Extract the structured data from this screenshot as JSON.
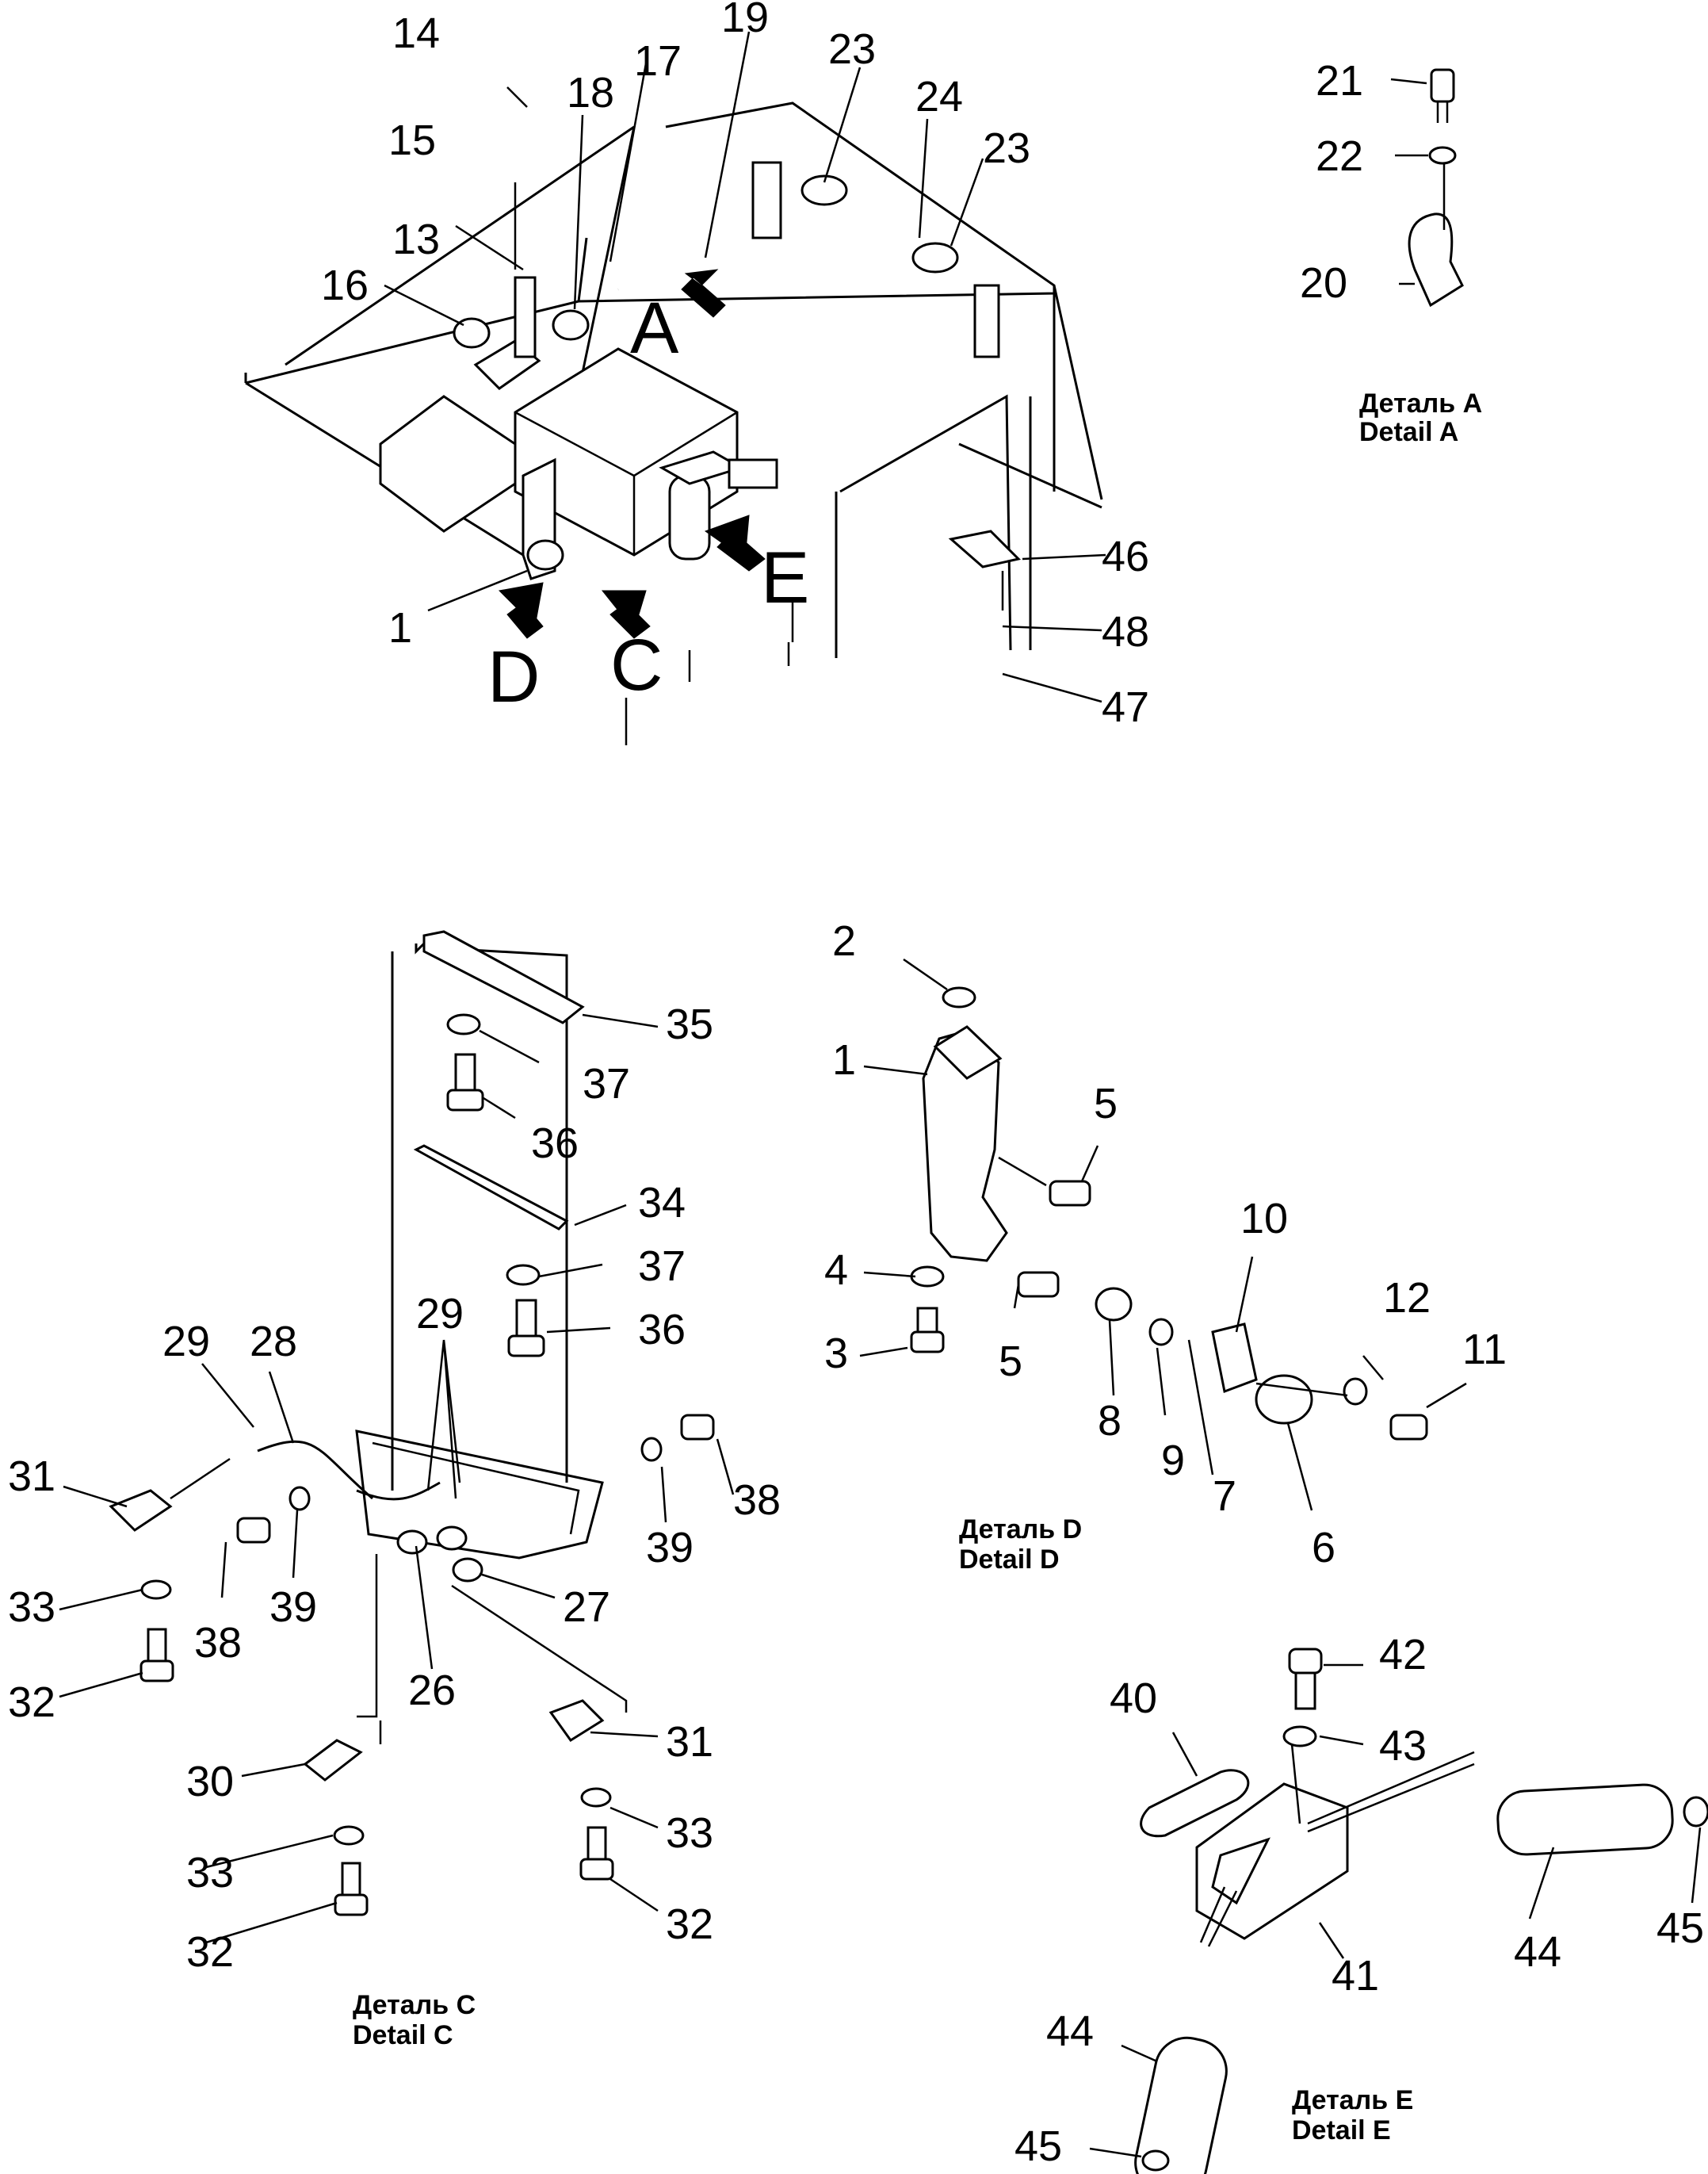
{
  "numbers": {
    "n1": "1",
    "n2": "2",
    "n3": "3",
    "n4": "4",
    "n5": "5",
    "n6": "6",
    "n7": "7",
    "n8": "8",
    "n9": "9",
    "n10": "10",
    "n11": "11",
    "n12": "12",
    "n13": "13",
    "n14": "14",
    "n15": "15",
    "n16": "16",
    "n17": "17",
    "n18": "18",
    "n19": "19",
    "n20": "20",
    "n21": "21",
    "n22": "22",
    "n23": "23",
    "n24": "24",
    "n26": "26",
    "n27": "27",
    "n28": "28",
    "n29": "29",
    "n30": "30",
    "n31": "31",
    "n32": "32",
    "n33": "33",
    "n34": "34",
    "n35": "35",
    "n36": "36",
    "n37": "37",
    "n38": "38",
    "n39": "39",
    "n40": "40",
    "n41": "41",
    "n42": "42",
    "n43": "43",
    "n44": "44",
    "n45": "45",
    "n46": "46",
    "n47": "47",
    "n48": "48"
  },
  "letters": {
    "a": "A",
    "c": "C",
    "d": "D",
    "e": "E"
  },
  "captions": {
    "detail_a_ru": "Деталь A",
    "detail_a_en": "Detail A",
    "detail_c_ru": "Деталь C",
    "detail_c_en": "Detail C",
    "detail_d_ru": "Деталь D",
    "detail_d_en": "Detail D",
    "detail_e_ru": "Деталь E",
    "detail_e_en": "Detail E"
  }
}
